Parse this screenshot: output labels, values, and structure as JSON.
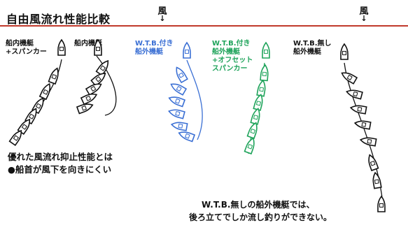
{
  "title": "自由風流れ性能比較",
  "wind_label": "風",
  "wind_arrow": "↓",
  "colors": {
    "black": "#111111",
    "blue": "#3a6fd4",
    "green": "#1ea35a",
    "rule": "#c0392b"
  },
  "boats": [
    {
      "label": "船内機艇\n+スパンカー",
      "color": "black"
    },
    {
      "label": "船内機艇",
      "color": "black"
    },
    {
      "label": "W.T.B.付き\n船外機艇",
      "color": "blue"
    },
    {
      "label": "W.T.B.付き\n船外機艇\n+オフセット\nスパンカー",
      "color": "green"
    },
    {
      "label": "W.T.B.無し\n船外機艇",
      "color": "black"
    }
  ],
  "note_left": [
    "優れた風流れ抑止性能とは",
    "●船首が風下を向きにくい"
  ],
  "note_right": [
    "W.T.B.無しの船外機艇では、",
    "後ろ立てでしか流し釣りができない。"
  ]
}
